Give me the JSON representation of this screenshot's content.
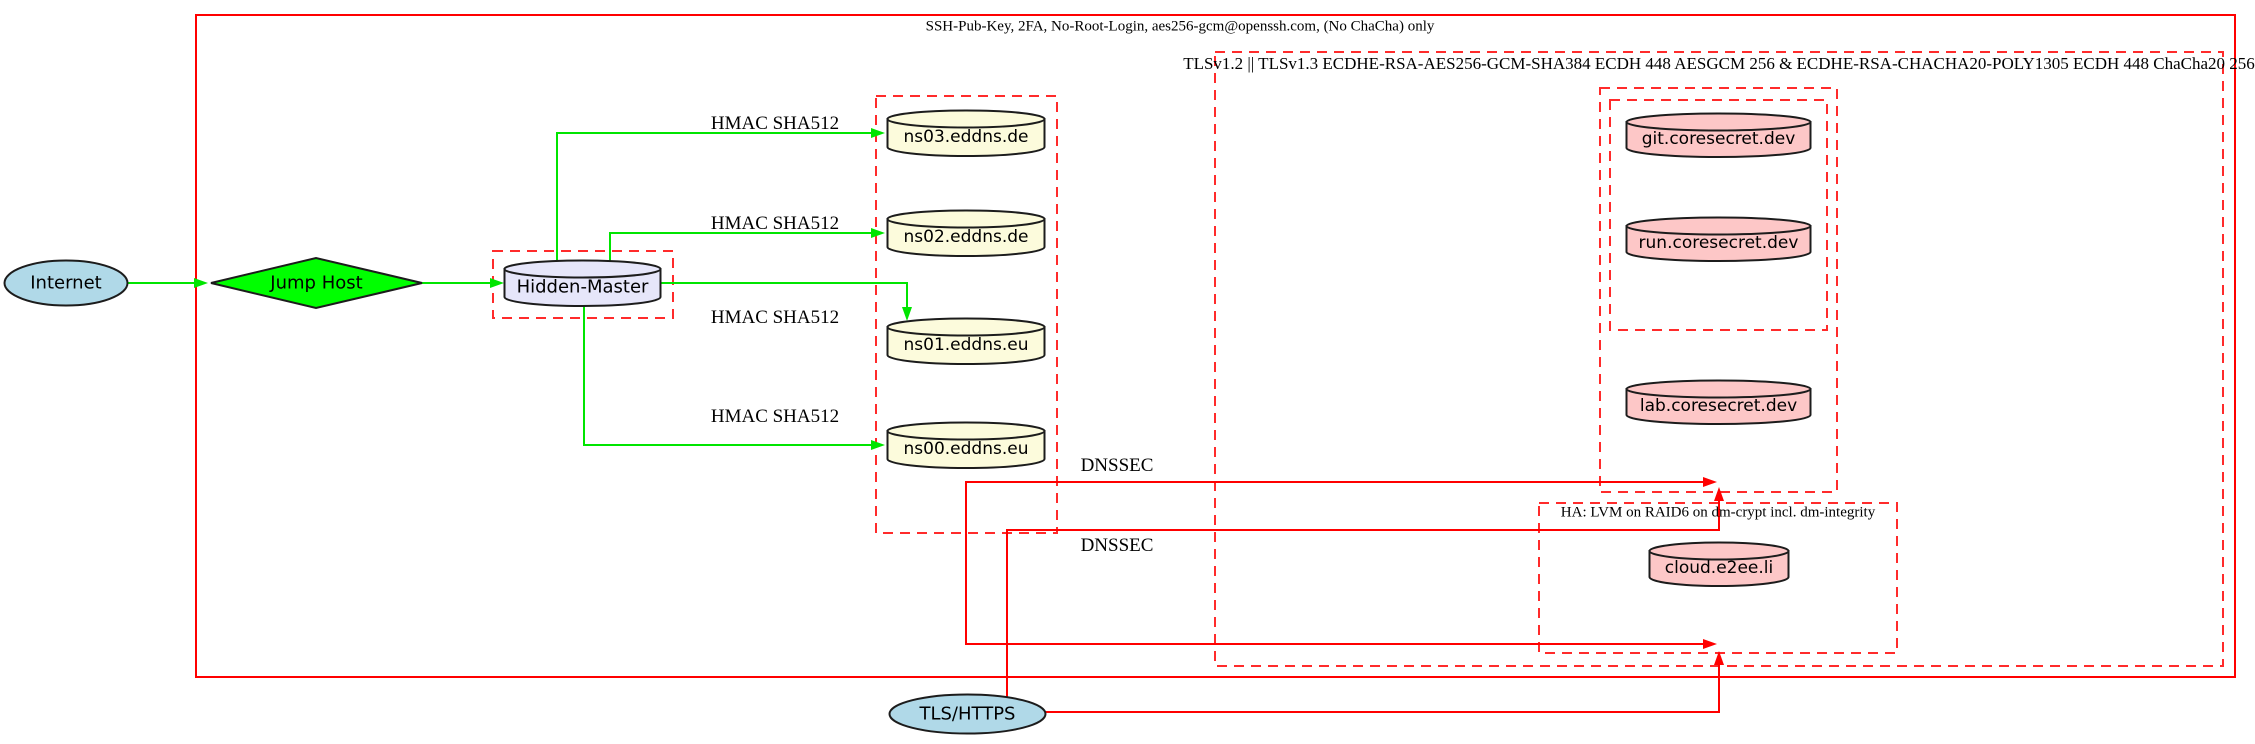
{
  "clusters": {
    "ssh_boundary_label": "SSH-Pub-Key, 2FA, No-Root-Login, aes256-gcm@openssh.com, (No ChaCha) only",
    "tls_cluster_label": "TLSv1.2 || TLSv1.3 ECDHE-RSA-AES256-GCM-SHA384 ECDH 448 AESGCM 256 & ECDHE-RSA-CHACHA20-POLY1305 ECDH 448 ChaCha20 256",
    "ha_cluster_label": "HA: LVM on RAID6 on dm-crypt incl. dm-integrity"
  },
  "nodes": {
    "internet": "Internet",
    "jump_host": "Jump Host",
    "hidden_master": "Hidden-Master",
    "ns03": "ns03.eddns.de",
    "ns02": "ns02.eddns.de",
    "ns01": "ns01.eddns.eu",
    "ns00": "ns00.eddns.eu",
    "git": "git.coresecret.dev",
    "run": "run.coresecret.dev",
    "lab": "lab.coresecret.dev",
    "cloud": "cloud.e2ee.li",
    "tls_https": "TLS/HTTPS"
  },
  "edge_labels": {
    "hmac": "HMAC SHA512",
    "dnssec": "DNSSEC"
  },
  "colors": {
    "boundary_red": "#ff0000",
    "dashed_red": "#ff2b2b",
    "edge_green": "#00e500",
    "node_green": "#00ff00",
    "node_blue": "#b0d9e8",
    "node_lavender": "#e6e6fa",
    "node_yellow": "#fcfbdc",
    "node_pink": "#fdc7c7"
  }
}
